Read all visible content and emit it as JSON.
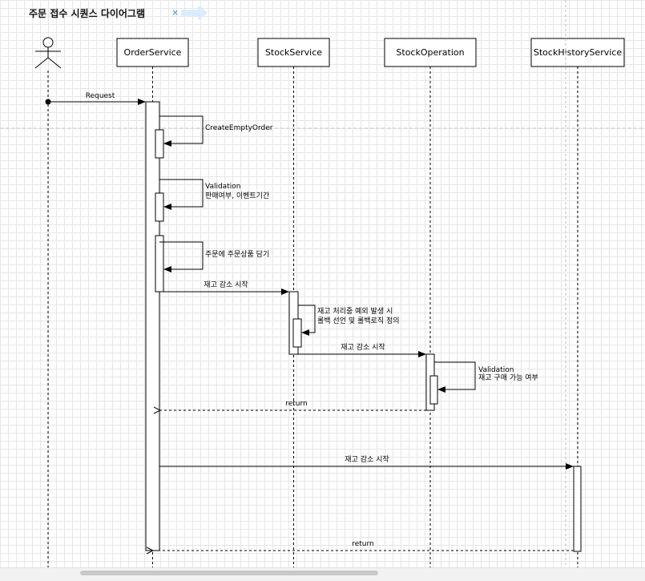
{
  "title": "주문 접수 시퀀스 다이어그램",
  "toolbar": {
    "close_glyph": "×"
  },
  "participants": {
    "order": "OrderService",
    "stock": "StockService",
    "operation": "StockOperation",
    "history": "StockHistoryService"
  },
  "messages": {
    "request": "Request",
    "create_empty_order": "CreateEmptyOrder",
    "validation_line1": "Validation",
    "validation_line2": "판매여부, 이벤트기간",
    "add_product": "주문에 주문상품 담기",
    "stock_decrease_1": "재고 감소 시작",
    "rollback_line1": "재고 처리중 예외 발생 시",
    "rollback_line2": "롤백 선언 및 롤백로직 정의",
    "stock_decrease_2": "재고 감소 시작",
    "op_validation_line1": "Validation",
    "op_validation_line2": "재고 구매 가능 여부",
    "return_1": "return",
    "stock_decrease_3": "재고 감소 시작",
    "return_2": "return"
  },
  "colors": {
    "line": "#000000",
    "accent": "#2d8cf0",
    "arrow_hint": "#dbeeff"
  }
}
